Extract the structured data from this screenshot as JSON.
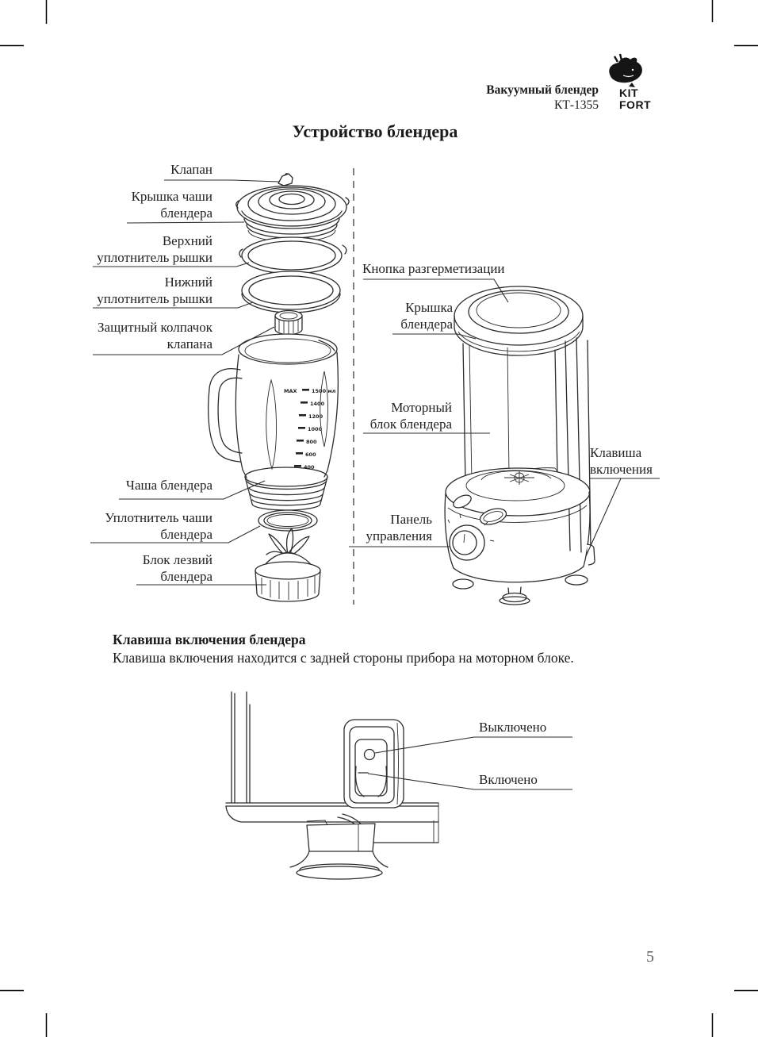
{
  "header": {
    "product": "Вакуумный блендер",
    "model": "КТ-1355",
    "brand_top": "KIT",
    "brand_bottom": "FORT"
  },
  "title": "Устройство блендера",
  "exploded_diagram": {
    "labels": {
      "valve": "Клапан",
      "jar_lid": "Крышка чаши\nблендера",
      "upper_lid_seal": "Верхний\nуплотнитель рышки",
      "lower_lid_seal": "Нижний\nуплотнитель рышки",
      "valve_cap": "Защитный колпачок\nклапана",
      "jar": "Чаша блендера",
      "jar_seal": "Уплотнитель чаши\nблендера",
      "blade_block": "Блок лезвий\nблендера"
    },
    "jar_scale": {
      "max_label": "MAX",
      "max_value": "1500 мл",
      "marks": [
        "1400",
        "1200",
        "1000",
        "800",
        "600",
        "400"
      ]
    }
  },
  "assembled_diagram": {
    "labels": {
      "vacuum_release_button": "Кнопка разгерметизации",
      "lid": "Крышка\nблендера",
      "motor_block": "Моторный\nблок блендера",
      "power_switch": "Клавиша\nвключения",
      "control_panel": "Панель\nуправления"
    }
  },
  "section": {
    "heading": "Клавиша включения блендера",
    "body": "Клавиша включения находится с задней стороны прибора на моторном блоке."
  },
  "switch_diagram": {
    "labels": {
      "off": "Выключено",
      "on": "Включено"
    },
    "symbols": {
      "off": "O",
      "on": "—"
    }
  },
  "page_number": "5"
}
